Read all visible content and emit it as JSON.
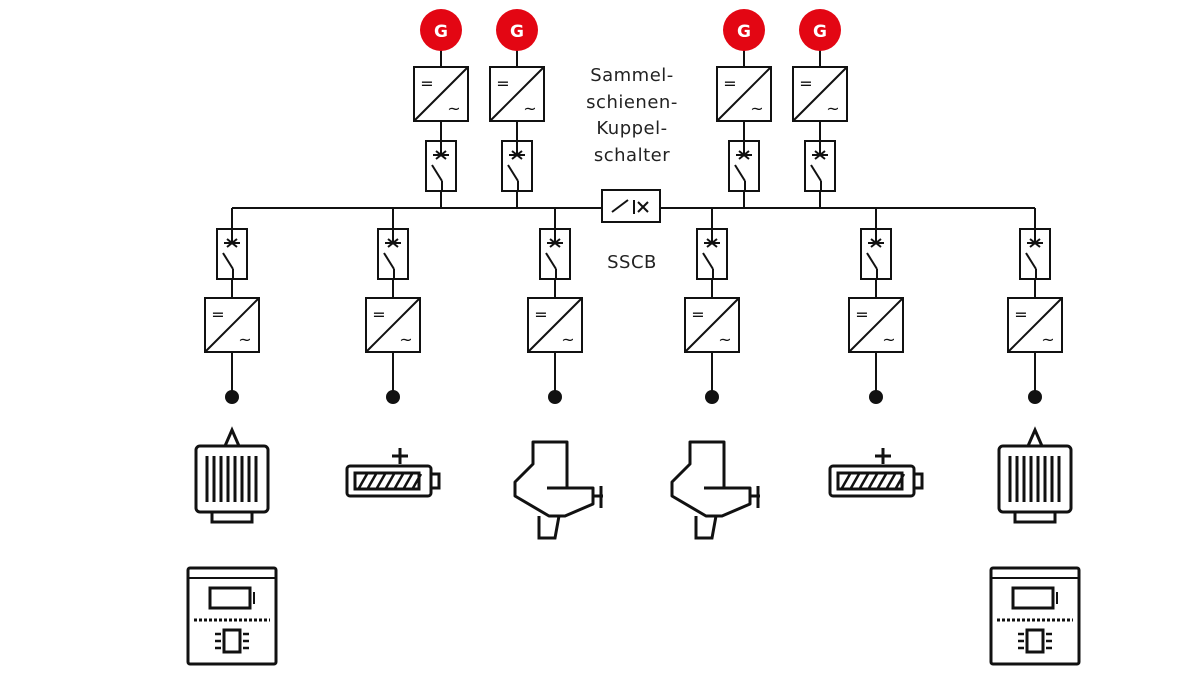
{
  "colors": {
    "generator": "#e30613",
    "line": "#111111",
    "text": "#222222"
  },
  "generators": [
    {
      "letter": "G"
    },
    {
      "letter": "G"
    },
    {
      "letter": "G"
    },
    {
      "letter": "G"
    }
  ],
  "coupler_label": [
    "Sammel-",
    "schienen-",
    "Kuppel-",
    "schalter"
  ],
  "sscb_label": "SSCB",
  "symbols": {
    "dc": "=",
    "ac": "~"
  },
  "loads": [
    {
      "type": "motor",
      "icon": "motor-icon",
      "controller": true
    },
    {
      "type": "battery",
      "icon": "battery-icon",
      "controller": false
    },
    {
      "type": "thruster",
      "icon": "thruster-icon",
      "controller": false
    },
    {
      "type": "thruster",
      "icon": "thruster-icon",
      "controller": false
    },
    {
      "type": "battery",
      "icon": "battery-icon",
      "controller": false
    },
    {
      "type": "motor",
      "icon": "motor-icon",
      "controller": true
    }
  ]
}
